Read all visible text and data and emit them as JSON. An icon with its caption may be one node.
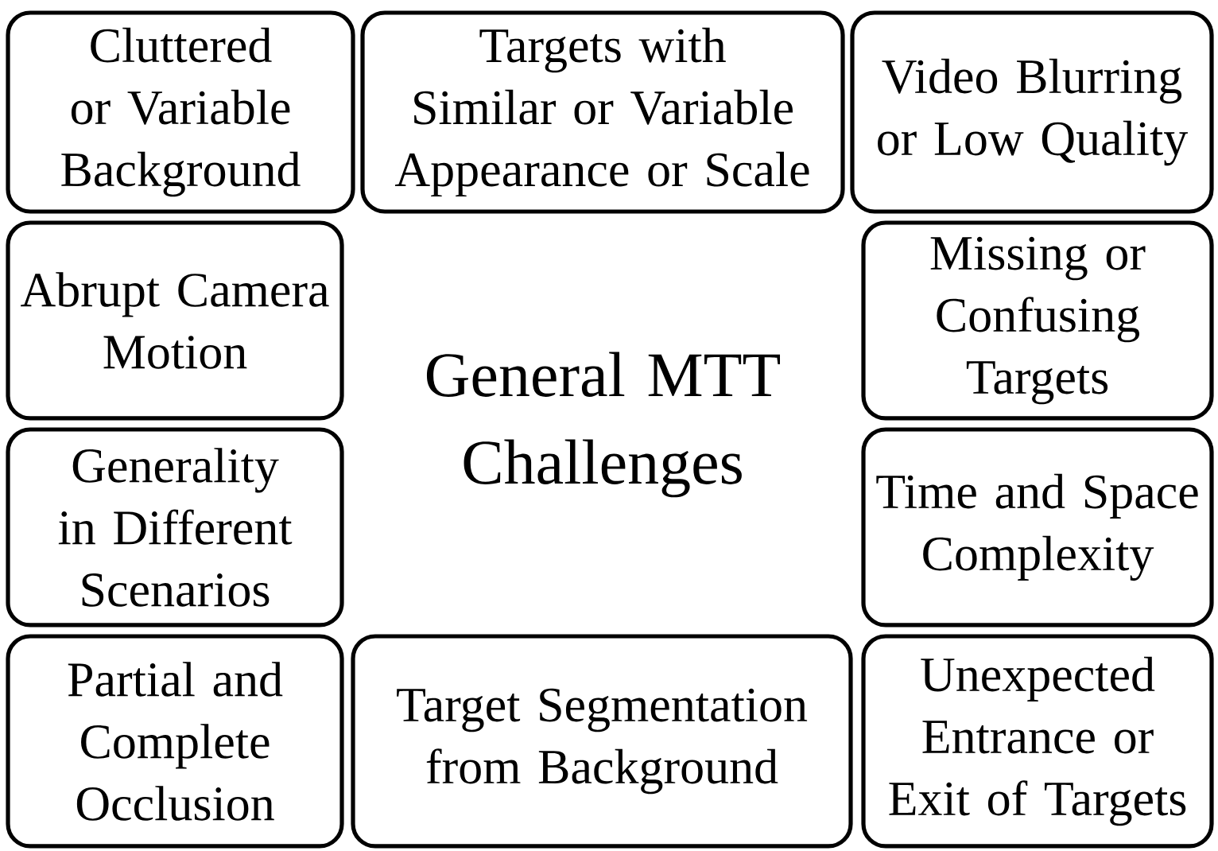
{
  "diagram": {
    "nodes": [
      {
        "text": [
          "Cluttered or Variable Background"
        ]
      },
      {
        "text": [
          "Targets with Similar or Variable Appearance or Scale"
        ]
      },
      {
        "text": [
          "Video Blurring or Low Quality"
        ]
      },
      {
        "text": [
          "Abrupt Camera Motion"
        ]
      },
      {
        "text": [
          "Missing or Confusing Targets"
        ]
      },
      {
        "text": [
          "Generality in Different Scenarios"
        ]
      },
      {
        "text": [
          "Time and Space Complexity"
        ]
      },
      {
        "text": [
          "Partial and Complete Occlusion"
        ]
      },
      {
        "text": [
          "Target Segmentation from Background"
        ]
      },
      {
        "text": [
          "Unexpected Entrance or Exit of Targets"
        ]
      }
    ],
    "labels": [
      "General MTT Challenges"
    ]
  }
}
